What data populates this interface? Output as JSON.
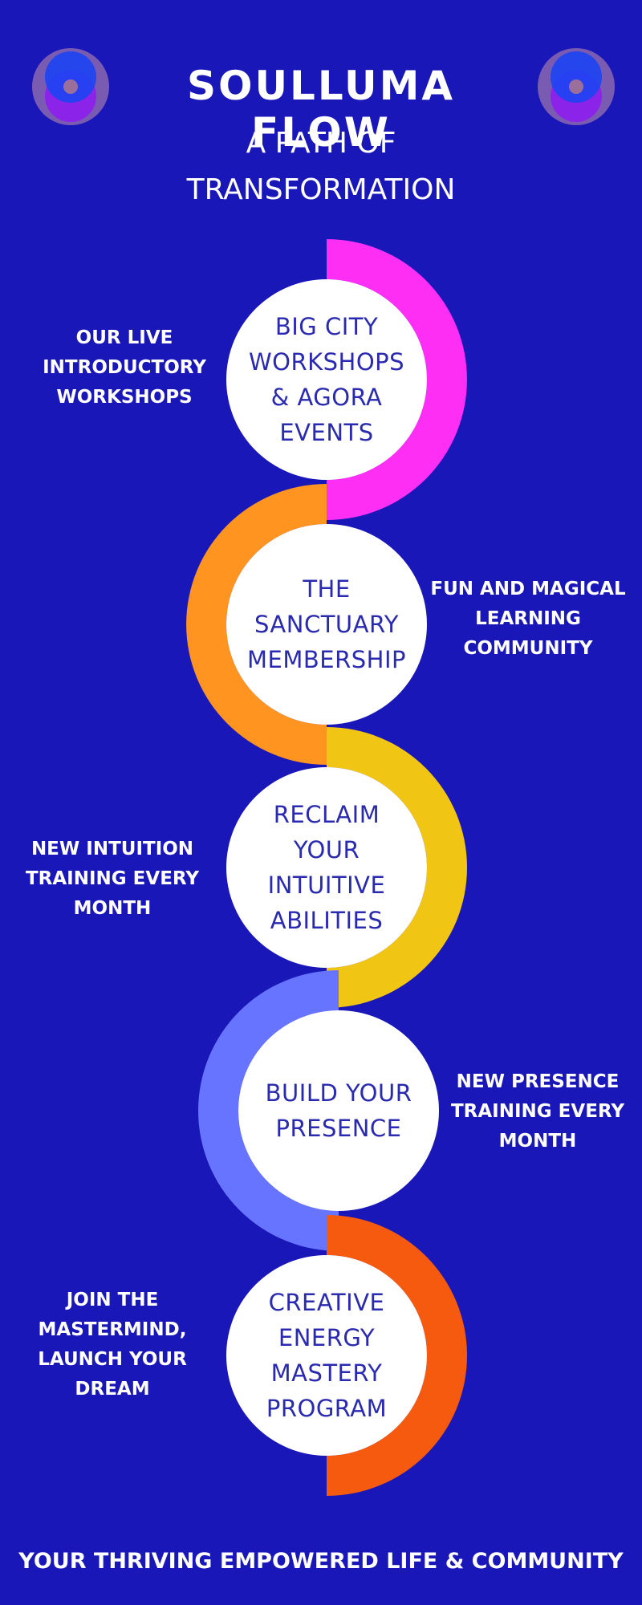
{
  "header": {
    "title": "SOULLUMA FLOW",
    "subtitle_line1": "A PATH OF",
    "subtitle_line2": "TRANSFORMATION"
  },
  "stages": [
    {
      "lines": [
        "BIG CITY",
        "WORKSHOPS",
        "& AGORA",
        "EVENTS"
      ],
      "side_lines": [
        "OUR LIVE",
        "INTRODUCTORY",
        "WORKSHOPS"
      ],
      "arc_color": "#ff2ef5"
    },
    {
      "lines": [
        "THE",
        "SANCTUARY",
        "MEMBERSHIP"
      ],
      "side_lines": [
        "FUN AND MAGICAL",
        "LEARNING",
        "COMMUNITY"
      ],
      "arc_color": "#ff9520"
    },
    {
      "lines": [
        "RECLAIM",
        "YOUR",
        "INTUITIVE",
        "ABILITIES"
      ],
      "side_lines": [
        "NEW INTUITION",
        "TRAINING EVERY",
        "MONTH"
      ],
      "arc_color": "#f0c514"
    },
    {
      "lines": [
        "BUILD YOUR",
        "PRESENCE"
      ],
      "side_lines": [
        "NEW  PRESENCE",
        "TRAINING EVERY",
        "MONTH"
      ],
      "arc_color": "#6674ff"
    },
    {
      "lines": [
        "CREATIVE",
        "ENERGY",
        "MASTERY",
        "PROGRAM"
      ],
      "side_lines": [
        "JOIN THE",
        "MASTERMIND,",
        "LAUNCH YOUR",
        "DREAM"
      ],
      "arc_color": "#f55a0f"
    }
  ],
  "footer": "YOUR THRIVING EMPOWERED LIFE & COMMUNITY",
  "colors": {
    "background": "#1a17b9",
    "stage_text": "#2a2ab0",
    "logo_ring": "#9a6fb6",
    "logo_top": "#1d43f2",
    "logo_bottom": "#8b24e8"
  },
  "icons": [
    "overlapping-circles-logo-icon"
  ]
}
